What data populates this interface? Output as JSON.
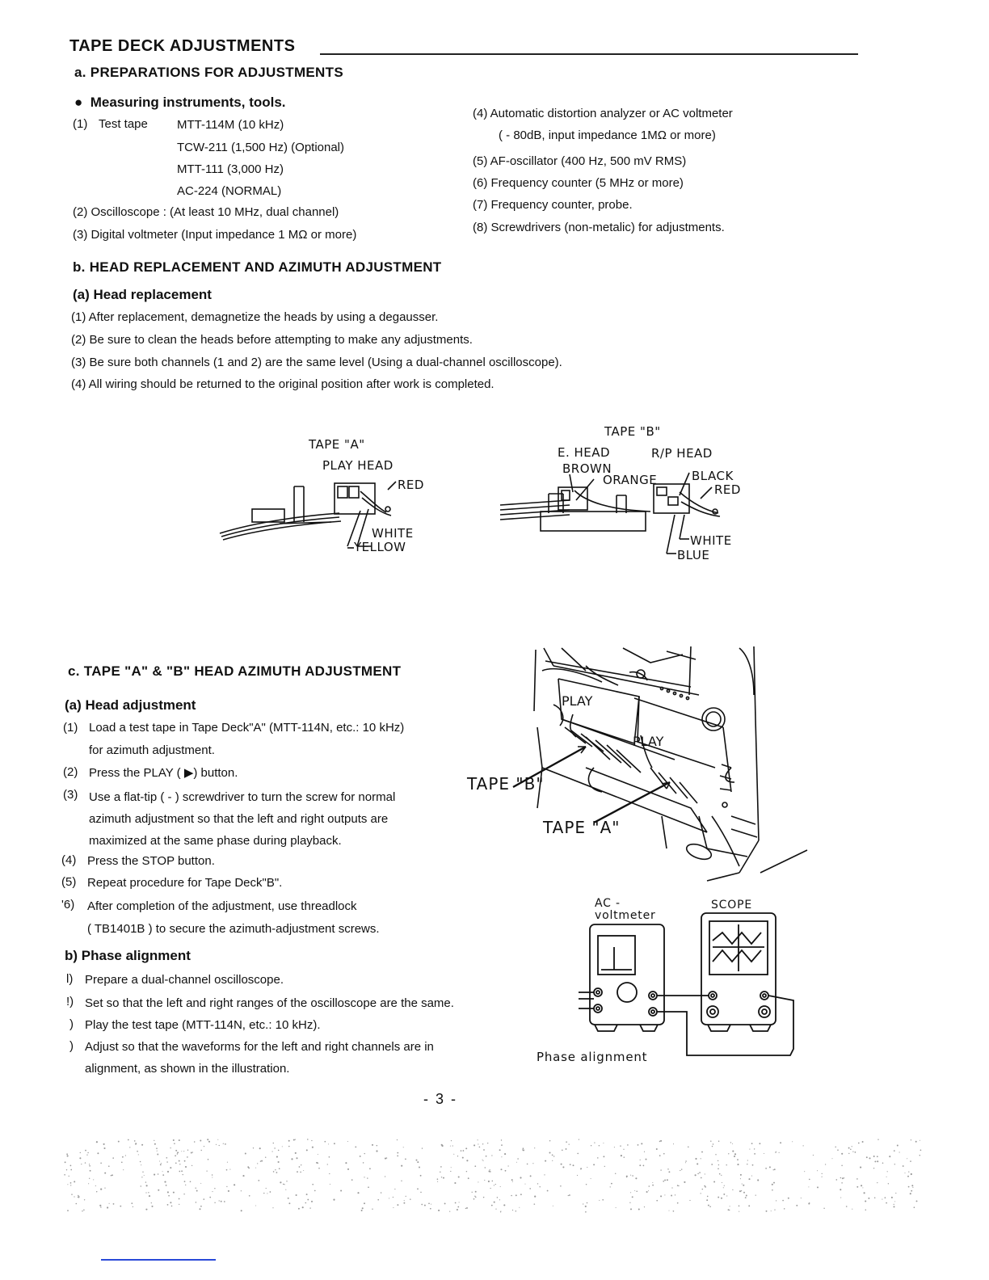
{
  "header": {
    "title": "TAPE DECK ADJUSTMENTS"
  },
  "section_a": {
    "heading": "a.  PREPARATIONS FOR ADJUSTMENTS",
    "subheading": "Measuring instruments, tools.",
    "item1_num": "(1)",
    "item1_label": "Test tape",
    "tapes": [
      "MTT-114M (10 kHz)",
      "TCW-211 (1,500 Hz)  (Optional)",
      "MTT-111 (3,000 Hz)",
      "AC-224 (NORMAL)"
    ],
    "item2": "(2)  Oscilloscope : (At least 10 MHz, dual channel)",
    "item3": "(3)  Digital voltmeter (Input impedance 1 MΩ or more)",
    "item4": "(4)  Automatic distortion analyzer or AC voltmeter",
    "item4b": "( - 80dB, input impedance 1MΩ or more)",
    "item5": "(5)  AF-oscillator (400 Hz, 500 mV  RMS)",
    "item6": "(6)  Frequency counter (5 MHz or more)",
    "item7": "(7)  Frequency counter, probe.",
    "item8": "(8)  Screwdrivers (non-metalic) for adjustments."
  },
  "section_b": {
    "heading": "b.  HEAD REPLACEMENT AND AZIMUTH ADJUSTMENT",
    "subheading": "(a)  Head replacement",
    "items": [
      "(1)   After replacement, demagnetize the heads by using a degausser.",
      "(2)   Be sure to clean the heads before attempting to make any adjustments.",
      "(3)   Be sure both channels (1 and 2) are the same level (Using a dual-channel oscilloscope).",
      "(4)   All wiring should be returned to the original position after work is completed."
    ]
  },
  "figure_a": {
    "tape": "TAPE  \"A\"",
    "head": "PLAY HEAD",
    "red": "RED",
    "white": "WHITE",
    "yellow": "YELLOW"
  },
  "figure_b": {
    "tape": "TAPE  \"B\"",
    "ehead": "E. HEAD",
    "rphead": "R/P  HEAD",
    "brown": "BROWN",
    "orange": "ORANGE",
    "black": "BLACK",
    "red": "RED",
    "white": "WHITE",
    "blue": "BLUE"
  },
  "section_c": {
    "heading": "c.  TAPE \"A\" & \"B\" HEAD AZIMUTH ADJUSTMENT",
    "subheading_a": "(a)  Head  adjustment",
    "items_a": [
      [
        "(1)",
        "Load a test tape in Tape Deck\"A\"  (MTT-114N, etc.: 10 kHz)"
      ],
      [
        "",
        "for azimuth adjustment."
      ],
      [
        "(2)",
        "Press the PLAY ( ▶) button."
      ],
      [
        "(3)",
        "Use a flat-tip ( - ) screwdriver to turn the screw for normal"
      ],
      [
        "",
        "azimuth adjustment so that the left and right outputs are"
      ],
      [
        "",
        "maximized at the same phase during playback."
      ],
      [
        "(4)",
        "Press the STOP button."
      ],
      [
        "(5)",
        "Repeat procedure for Tape Deck\"B\"."
      ],
      [
        "'6)",
        "After completion of the adjustment, use threadlock"
      ],
      [
        "",
        "( TB1401B ) to secure the azimuth-adjustment screws."
      ]
    ],
    "subheading_b": "b)  Phase alignment",
    "items_b": [
      [
        "l)",
        "Prepare a dual-channel oscilloscope."
      ],
      [
        "!)",
        "Set so that the left and right ranges of the oscilloscope are the same."
      ],
      [
        ")",
        "Play the test tape (MTT-114N, etc.: 10 kHz)."
      ],
      [
        ")",
        "Adjust so that the waveforms for the left and right channels are in"
      ],
      [
        "",
        "alignment, as shown in the illustration."
      ]
    ]
  },
  "deck_figure": {
    "play1": "PLAY",
    "play2": "PLAY",
    "tape_b": "TAPE  \"B\"",
    "tape_a": "TAPE  \"A\""
  },
  "phase_figure": {
    "acv1": "AC -",
    "acv2": "voltmeter",
    "scope": "SCOPE",
    "caption": "Phase alignment"
  },
  "footer": {
    "page": "- 3 -"
  }
}
